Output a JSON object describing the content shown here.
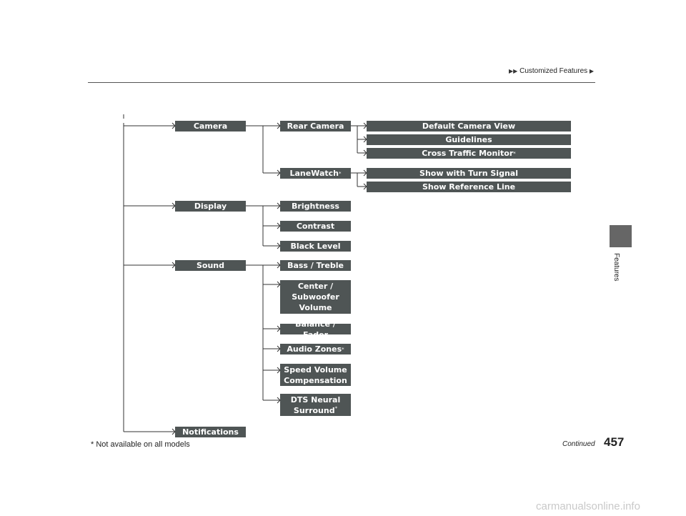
{
  "header": {
    "breadcrumb": "Customized Features"
  },
  "side": {
    "section_label": "Features"
  },
  "tree": {
    "camera": {
      "label": "Camera",
      "rear_camera": "Rear Camera",
      "default_camera_view": "Default Camera View",
      "guidelines": "Guidelines",
      "cross_traffic_monitor": "Cross Traffic Monitor",
      "lanewatch": "LaneWatch",
      "show_with_turn_signal": "Show with Turn Signal",
      "show_reference_line": "Show Reference Line"
    },
    "display": {
      "label": "Display",
      "brightness": "Brightness",
      "contrast": "Contrast",
      "black_level": "Black Level"
    },
    "sound": {
      "label": "Sound",
      "bass_treble": "Bass / Treble",
      "center_subwoofer_line1": "Center /",
      "center_subwoofer_line2": "Subwoofer",
      "center_subwoofer_line3": "Volume",
      "balance_fader": "Balance / Fader",
      "audio_zones": "Audio Zones",
      "speed_volume_line1": "Speed Volume",
      "speed_volume_line2": "Compensation",
      "dts_line1": "DTS Neural",
      "dts_line2": "Surround"
    },
    "notifications": {
      "label": "Notifications"
    },
    "asterisk": "*"
  },
  "footer": {
    "footnote": "* Not available on all models",
    "continued": "Continued",
    "page_number": "457"
  },
  "watermark": "carmanualsonline.info"
}
